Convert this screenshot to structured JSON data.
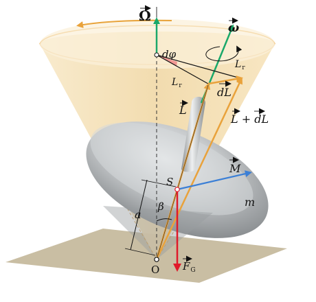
{
  "labels": {
    "big_omega": "Ω",
    "small_omega": "ω",
    "d_phi": "dφ",
    "L_r_top": "L",
    "L_r_top_sub": "r",
    "L_r_left": "L",
    "L_r_left_sub": "r",
    "dL": "dL",
    "L": "L",
    "L_plus_dL": "L + dL",
    "M": "M",
    "S": "S",
    "beta": "β",
    "a": "a",
    "m": "m",
    "O": "O",
    "F_G": "F",
    "F_G_sub": "G"
  },
  "colors": {
    "omega_axis": "#1aa86a",
    "gravity": "#e0192a",
    "torque": "#3b7fd6",
    "cone_fill": "#f3dfb6",
    "cone_edge": "#e8a33a",
    "vector_L": "#e9a23b",
    "top_body": "#bfc2c4",
    "ground": "#c9bea3"
  }
}
